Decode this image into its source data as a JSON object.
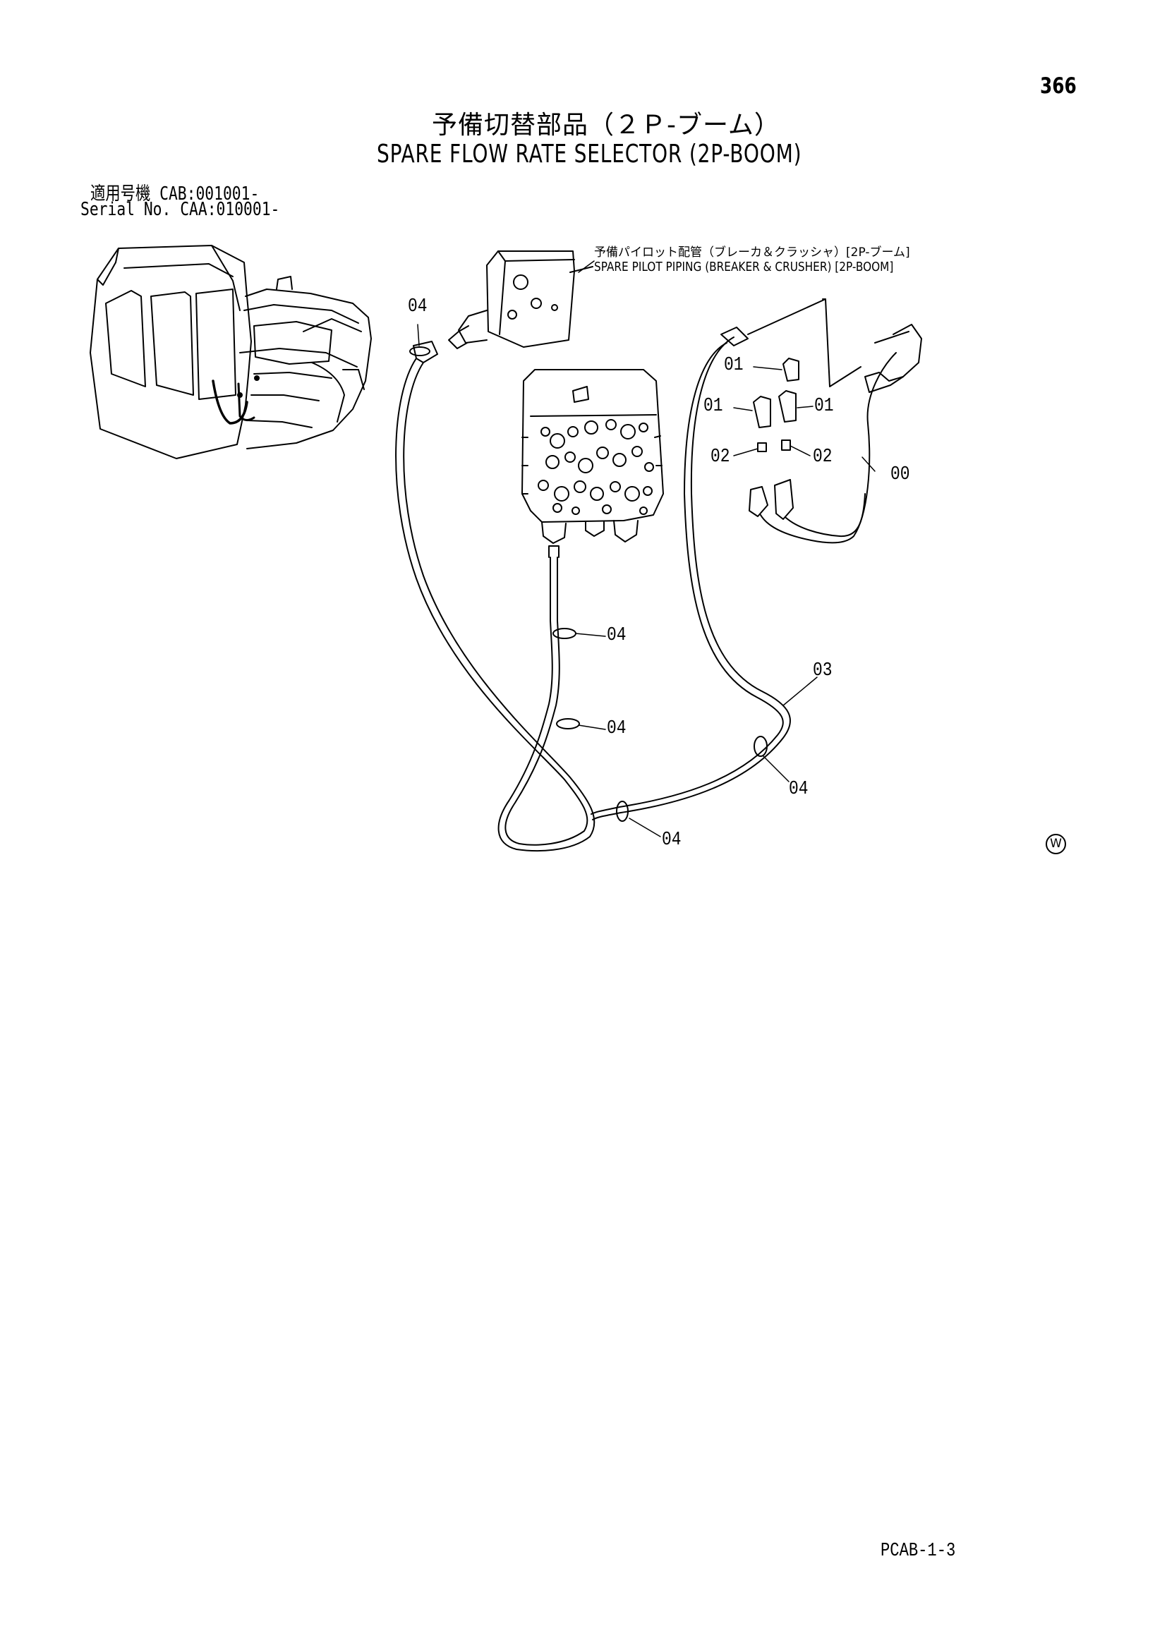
{
  "page": {
    "number": "366",
    "footer_code": "PCAB-1-3"
  },
  "title": {
    "japanese": "予備切替部品（２Ｐ-ブーム）",
    "english": "SPARE FLOW RATE SELECTOR (2P-BOOM)"
  },
  "serial": {
    "japanese_line": "適用号機  CAB:001001-",
    "english_line": "Serial No. CAA:010001-"
  },
  "reference_note": {
    "japanese": "予備パイロット配管（ブレーカ＆クラッシャ）[2P-ブーム]",
    "english": "SPARE PILOT PIPING (BREAKER & CRUSHER) [2P-BOOM]"
  },
  "callouts": [
    "04",
    "01",
    "01",
    "01",
    "02",
    "02",
    "00",
    "04",
    "04",
    "03",
    "04",
    "04"
  ],
  "marks": {
    "circled_letter": "W"
  }
}
